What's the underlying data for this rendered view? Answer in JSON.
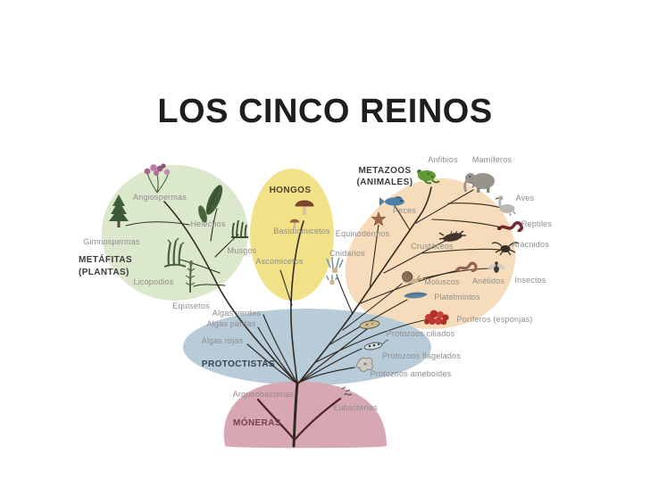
{
  "title": "LOS CINCO REINOS",
  "colors": {
    "plantas": "#dbe8cc",
    "hongos": "#f1e187",
    "animales": "#f6dcba",
    "protoctistas": "#b7cbd9",
    "moneras": "#d8a8b2"
  },
  "kingdoms": {
    "plantas": {
      "heading1": "METÁFITAS",
      "heading2": "(PLANTAS)"
    },
    "hongos": {
      "heading": "HONGOS"
    },
    "animales": {
      "heading1": "METAZOOS",
      "heading2": "(ANIMALES)"
    },
    "protoctistas": {
      "heading": "PROTOCTISTAS"
    },
    "moneras": {
      "heading": "MÓNERAS"
    }
  },
  "labels": {
    "angiospermas": "Angiospermas",
    "gimnospermas": "Gimnospermas",
    "helechos": "Helechos",
    "musgos": "Musgos",
    "licopodios": "Licopodios",
    "equisetos": "Equisetos",
    "basidiomicetos": "Basidiomicetos",
    "ascomicetos": "Ascomicetos",
    "anfibios": "Anfibios",
    "mamiferos": "Mamíferos",
    "aves": "Aves",
    "peces": "Peces",
    "reptiles": "Reptiles",
    "equinodermos": "Equinodermos",
    "crustaceos": "Crustáceos",
    "aracnidos": "Arácnidos",
    "cnidarios": "Cnidarios",
    "moluscos": "Moluscos",
    "anelidos": "Anélidos",
    "insectos": "Insectos",
    "platelmintos": "Platelmintos",
    "poriferos": "Poríferos (esponjas)",
    "algas_verdes": "Algas verdes",
    "algas_pardas": "Algas pardas",
    "algas_rojas": "Algas rojas",
    "protozoos_ciliados": "Protozoos ciliados",
    "protozoos_flagelados": "Protozoos flagelados",
    "protozoos_ameboides": "Protozoos ameboides",
    "arqueobacterias": "Arqueobacterias",
    "eubacterias": "Eubacterias"
  }
}
